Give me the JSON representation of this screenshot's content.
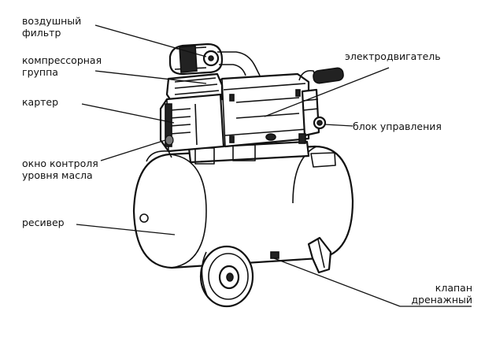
{
  "labels": {
    "air_filter": "воздушный\nфильтр",
    "compressor_group": "компрессорная\nгруппа",
    "crankcase": "картер",
    "oil_window": "окно контроля\nуровня масла",
    "receiver": "ресивер",
    "motor": "электродвигатель",
    "control_unit": "блок управления",
    "drain_valve": "клапан\nдренажный"
  }
}
